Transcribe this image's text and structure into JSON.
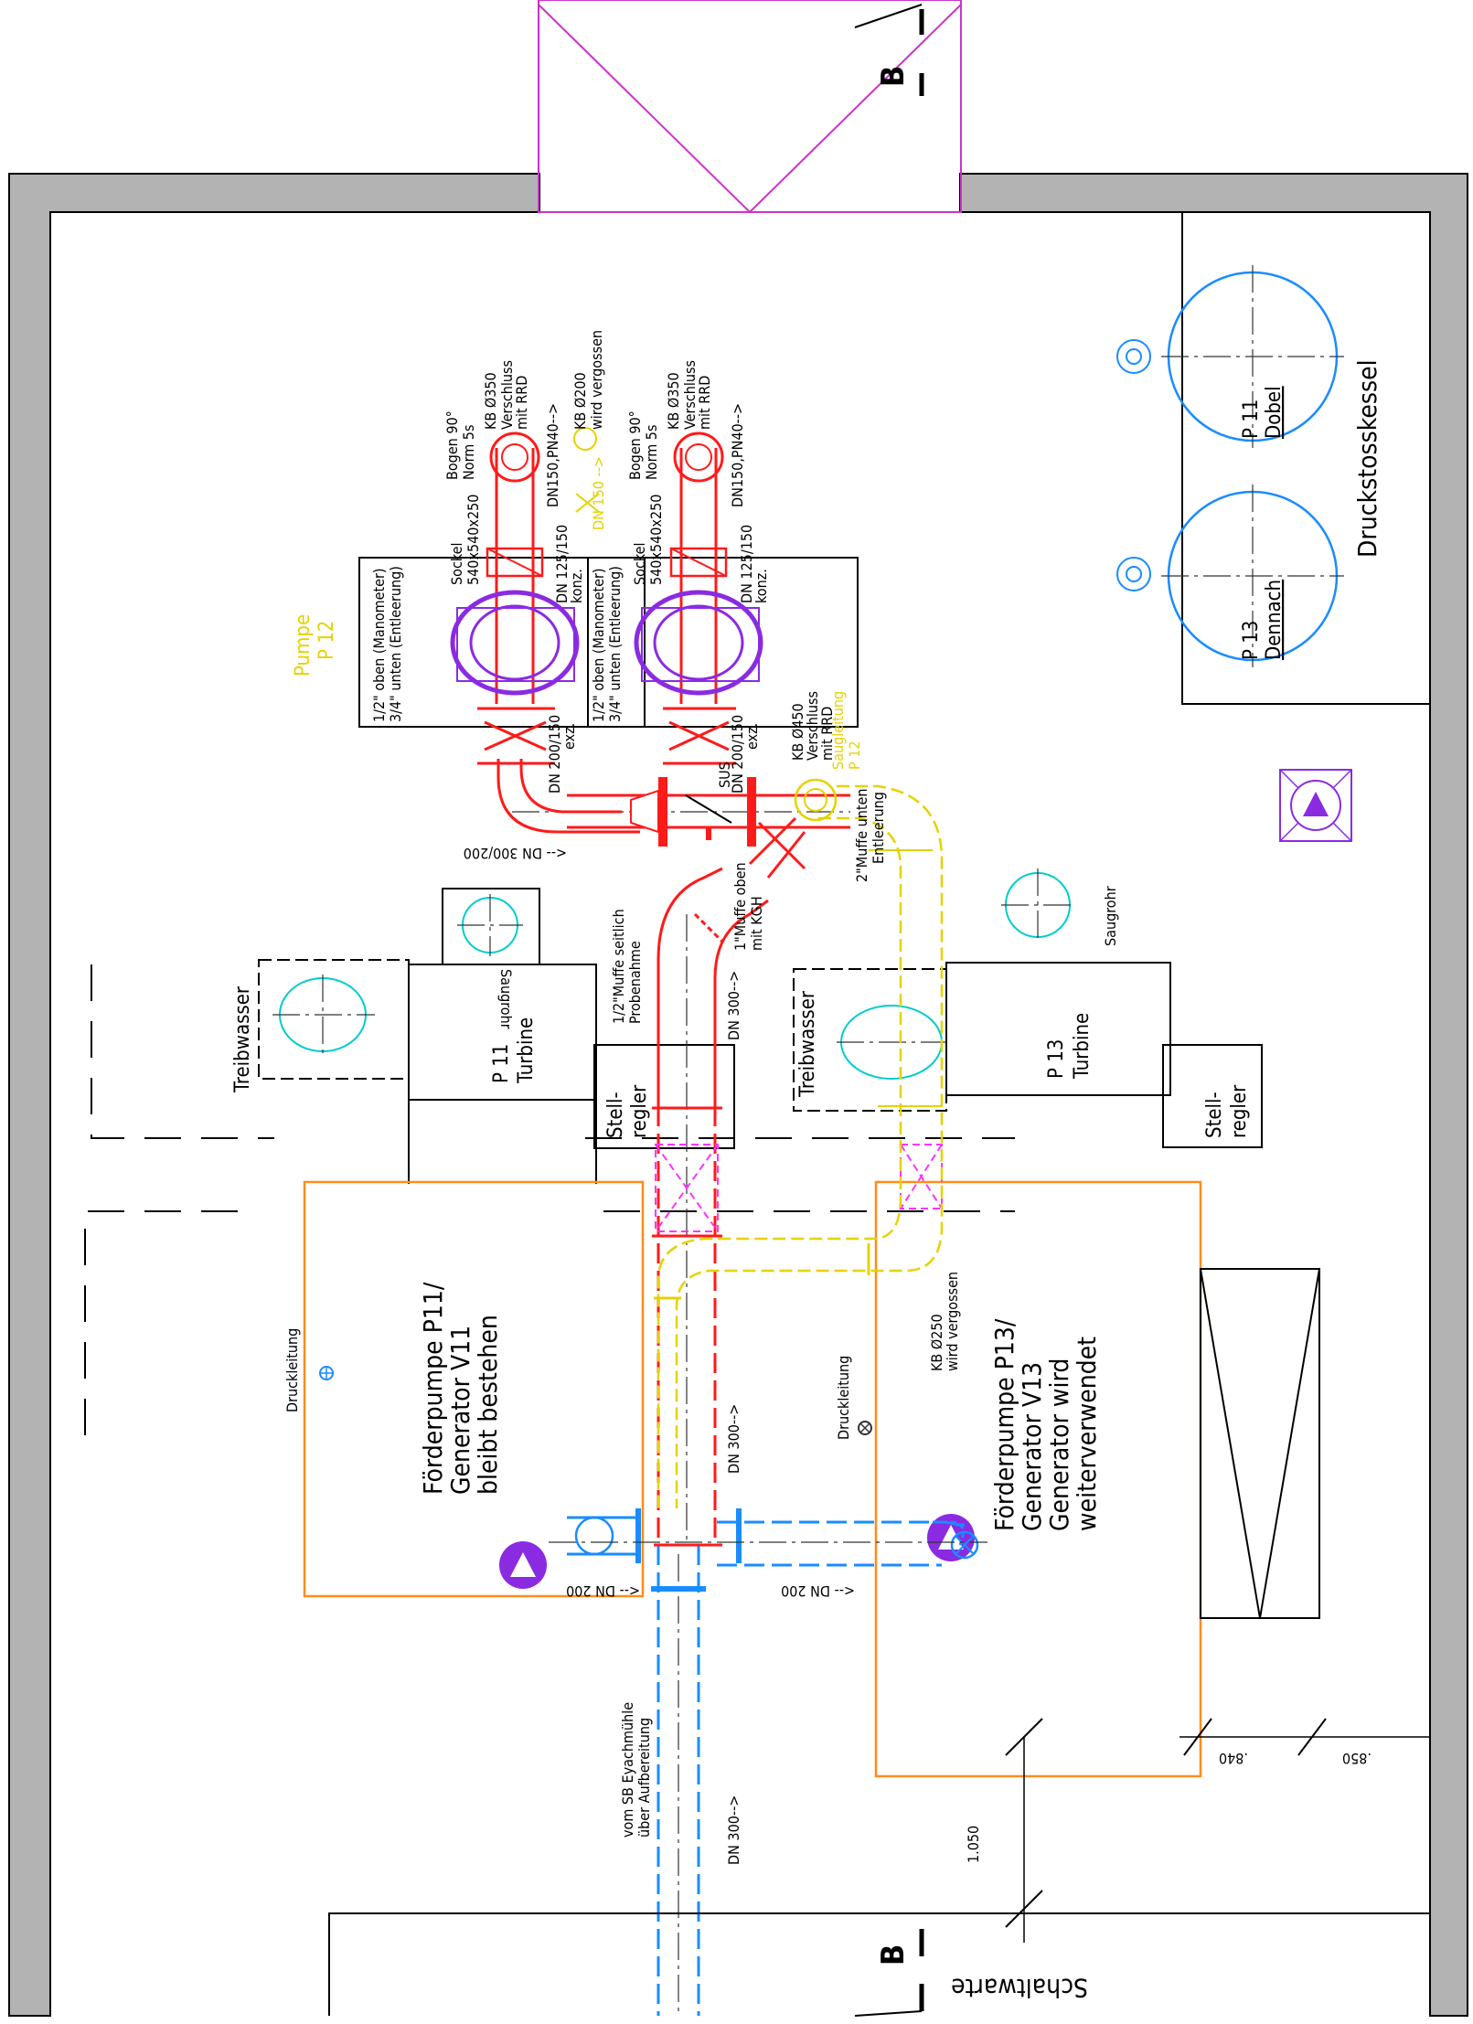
{
  "title": "",
  "section_marker": "B",
  "colors": {
    "wall": "#b3b3b3",
    "red_pipe": "#ff1a1a",
    "yellow_pipe": "#e6d200",
    "blue_pipe": "#1a8cff",
    "cyan": "#00cccc",
    "violet": "#8a2be2",
    "magenta": "#cc33cc",
    "orange": "#ff8c1a"
  },
  "rooms": {
    "druckstosskessel": "Druckstosskessel",
    "schaltwarte": "Schaltwarte"
  },
  "tanks": [
    {
      "id": "P 11",
      "name": "Dobel"
    },
    {
      "id": "P 13",
      "name": "Dennach"
    }
  ],
  "turbines": [
    {
      "line1": "P 11",
      "line2": "Turbine"
    },
    {
      "line1": "P 13",
      "line2": "Turbine"
    }
  ],
  "stellregler": {
    "line1": "Stell-",
    "line2": "regler"
  },
  "treibwasser": "Treibwasser",
  "saugrohr": "Saugrohr",
  "pumpe": {
    "line1": "Pumpe",
    "line2": "P 12"
  },
  "saugleitung": {
    "line1": "Saugleitung",
    "line2": "P 12"
  },
  "generators": {
    "left": [
      "Förderpumpe P11/",
      "Generator V11",
      "bleibt bestehen"
    ],
    "right": [
      "Förderpumpe P13/",
      "Generator V13",
      "Generator wird",
      "weiterverwendet"
    ]
  },
  "druckleitung": "Druckleitung",
  "pump_units": [
    {
      "bogen": [
        "Bogen 90°",
        "Norm 5s"
      ],
      "kb": [
        "KB Ø350",
        "Verschluss",
        "mit RRD"
      ],
      "dn_top": "DN150,PN40-->",
      "sockel": [
        "Sockel",
        "540x540x250"
      ],
      "reducer": [
        "DN 125/150",
        "konz."
      ],
      "manometer": [
        "1/2\" oben (Manometer)",
        "3/4\" unten (Entleerung)"
      ],
      "dn_exz": [
        "DN 200/150",
        "exz."
      ]
    },
    {
      "bogen": [
        "Bogen 90°",
        "Norm 5s"
      ],
      "kb": [
        "KB Ø350",
        "Verschluss",
        "mit RRD"
      ],
      "dn_top": "DN150,PN40-->",
      "sockel": [
        "Sockel",
        "540x540x250"
      ],
      "reducer": [
        "DN 125/150",
        "konz."
      ],
      "manometer": [
        "1/2\" oben (Manometer)",
        "3/4\" unten (Entleerung)"
      ],
      "dn_exz": [
        "DN 200/150",
        "exz."
      ]
    }
  ],
  "kb200": [
    "KB Ø200",
    "wird vergossen"
  ],
  "dn150_yellow": "DN 150 --> ",
  "kb450": [
    "KB Ø450",
    "Verschluss",
    "mit RRD"
  ],
  "sus": "SUS",
  "muffe_unten": [
    "2\"Muffe unten",
    "Entleerung"
  ],
  "muffe_oben": [
    "1\"Muffe oben",
    "mit KGH"
  ],
  "muffe_seitlich": [
    "1/2\"Muffe seitlich",
    "Probenahme"
  ],
  "dn_labels": {
    "dn300_200": "<-- DN 300/200",
    "dn300_a": "DN 300-->",
    "dn300_b": "DN 300-->",
    "dn300_c": "DN 300-->",
    "dn200_left": "<-- DN 200",
    "dn200_right": "<-- DN 200"
  },
  "kb250": [
    "KB Ø250",
    "wird vergossen"
  ],
  "vom_sb": [
    "vom SB Eyachmühle",
    "über Aufbereitung"
  ],
  "dimensions": {
    "d1": "1.050",
    "d2": ".840",
    "d3": ".850"
  }
}
